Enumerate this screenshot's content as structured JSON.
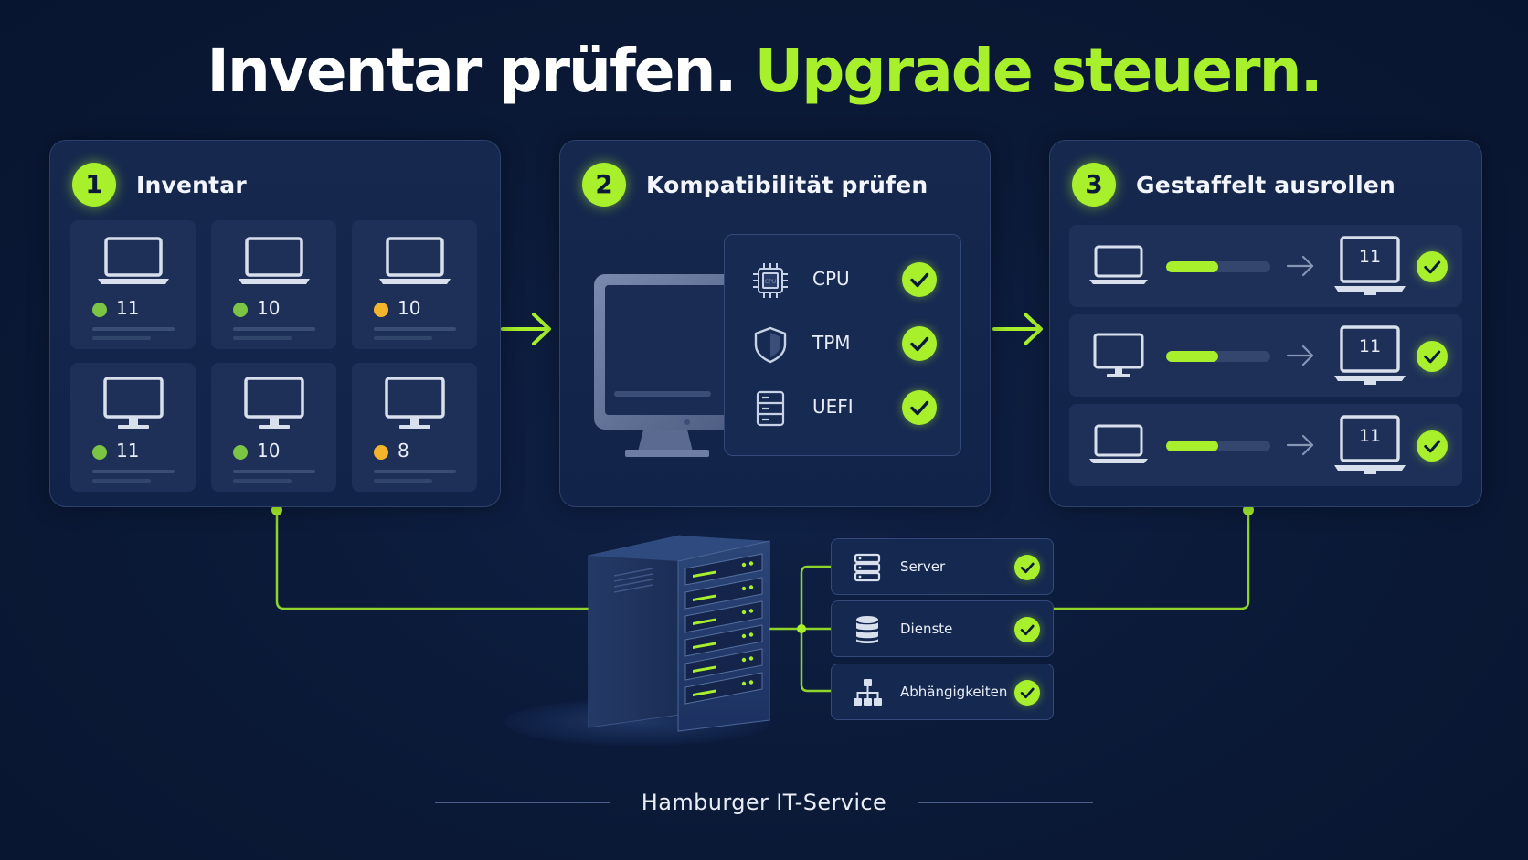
{
  "headline": {
    "part_white": "Inventar prüfen.",
    "part_green": "Upgrade steuern."
  },
  "colors": {
    "background": "#0b1a38",
    "accent_green": "#a7f02b",
    "status_green": "#7cc443",
    "status_yellow": "#f4b52d",
    "panel": "#14264c"
  },
  "steps": [
    {
      "number": "1",
      "title": "Inventar"
    },
    {
      "number": "2",
      "title": "Kompatibilität prüfen"
    },
    {
      "number": "3",
      "title": "Gestaffelt ausrollen"
    }
  ],
  "inventory": [
    {
      "device": "laptop-icon",
      "version": "11",
      "status": "green"
    },
    {
      "device": "laptop-icon",
      "version": "10",
      "status": "green"
    },
    {
      "device": "laptop-icon",
      "version": "10",
      "status": "yellow"
    },
    {
      "device": "monitor-icon",
      "version": "11",
      "status": "green"
    },
    {
      "device": "monitor-icon",
      "version": "10",
      "status": "green"
    },
    {
      "device": "monitor-icon",
      "version": "8",
      "status": "yellow"
    }
  ],
  "compatibility": {
    "chip_text": "CPU",
    "checks": [
      {
        "label": "CPU",
        "icon": "cpu-chip-icon",
        "passed": true
      },
      {
        "label": "TPM",
        "icon": "shield-icon",
        "passed": true
      },
      {
        "label": "UEFI",
        "icon": "firmware-icon",
        "passed": true
      }
    ]
  },
  "rollout": [
    {
      "source": "laptop-icon",
      "progress": 0.5,
      "target_version": "11",
      "done": true
    },
    {
      "source": "monitor-icon",
      "progress": 0.5,
      "target_version": "11",
      "done": true
    },
    {
      "source": "laptop-icon",
      "progress": 0.5,
      "target_version": "11",
      "done": true
    }
  ],
  "server_checks": [
    {
      "label": "Server",
      "icon": "server-stack-icon",
      "passed": true
    },
    {
      "label": "Dienste",
      "icon": "database-icon",
      "passed": true
    },
    {
      "label": "Abhängigkeiten",
      "icon": "hierarchy-icon",
      "passed": true
    }
  ],
  "footer": {
    "text": "Hamburger IT-Service"
  }
}
